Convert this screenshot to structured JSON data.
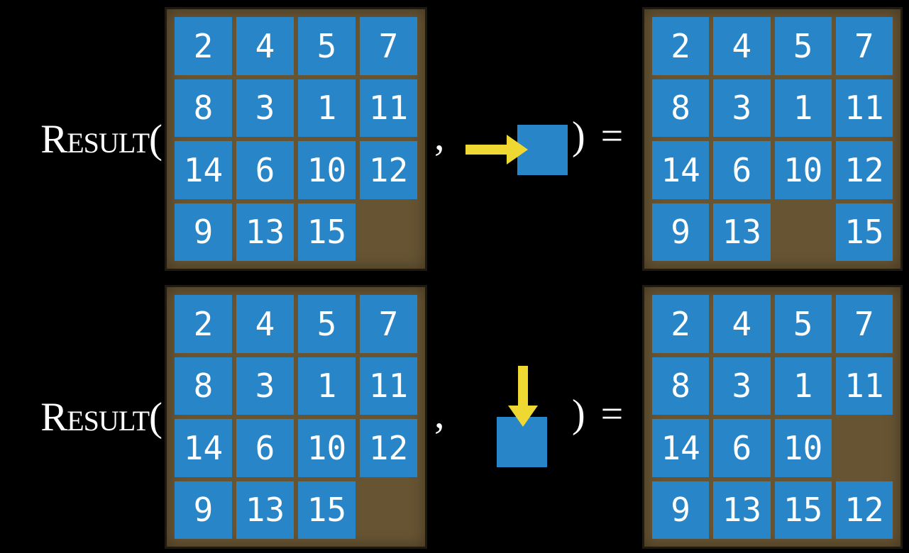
{
  "colors": {
    "background": "#000000",
    "frame": "#675433",
    "tile": "#2886C8",
    "tile_text": "#FFFFFF",
    "arrow": "#F0D832",
    "label_text": "#FFFFFF"
  },
  "labels": {
    "function": "Result(",
    "comma": ",",
    "close_equals": ") ="
  },
  "rows": [
    {
      "id": "slide-right-example",
      "action": {
        "arrow_direction": "right",
        "meaning": "blank moves right"
      },
      "input_grid": [
        [
          2,
          4,
          5,
          7
        ],
        [
          8,
          3,
          1,
          11
        ],
        [
          14,
          6,
          10,
          12
        ],
        [
          9,
          13,
          15,
          null
        ]
      ],
      "output_grid": [
        [
          2,
          4,
          5,
          7
        ],
        [
          8,
          3,
          1,
          11
        ],
        [
          14,
          6,
          10,
          12
        ],
        [
          9,
          13,
          null,
          15
        ]
      ]
    },
    {
      "id": "slide-down-example",
      "action": {
        "arrow_direction": "down",
        "meaning": "tile moves down"
      },
      "input_grid": [
        [
          2,
          4,
          5,
          7
        ],
        [
          8,
          3,
          1,
          11
        ],
        [
          14,
          6,
          10,
          12
        ],
        [
          9,
          13,
          15,
          null
        ]
      ],
      "output_grid": [
        [
          2,
          4,
          5,
          7
        ],
        [
          8,
          3,
          1,
          11
        ],
        [
          14,
          6,
          10,
          null
        ],
        [
          9,
          13,
          15,
          12
        ]
      ]
    }
  ]
}
